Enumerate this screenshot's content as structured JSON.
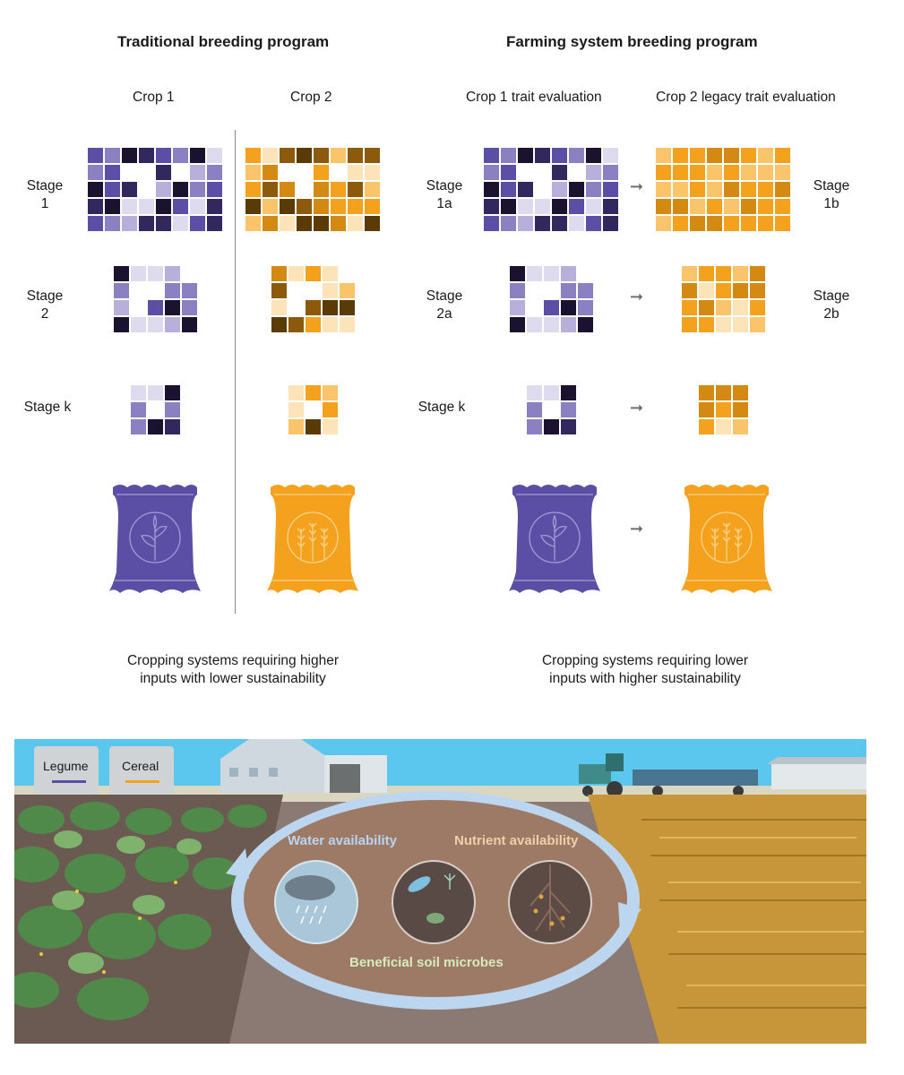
{
  "left": {
    "title": "Traditional breeding program",
    "col1": "Crop 1",
    "col2": "Crop 2",
    "stage1": [
      "Stage",
      "1"
    ],
    "stage2": [
      "Stage",
      "2"
    ],
    "stagek": "Stage k",
    "caption": [
      "Cropping systems requiring higher",
      "inputs with lower sustainability"
    ]
  },
  "right": {
    "title": "Farming system breeding program",
    "col1": "Crop 1 trait evaluation",
    "col2": "Crop 2 legacy trait evaluation",
    "stage1a": [
      "Stage",
      "1a"
    ],
    "stage1b": [
      "Stage",
      "1b"
    ],
    "stage2a": [
      "Stage",
      "2a"
    ],
    "stage2b": [
      "Stage",
      "2b"
    ],
    "stagek": "Stage k",
    "caption": [
      "Cropping systems requiring lower",
      "inputs with higher sustainability"
    ]
  },
  "scene": {
    "silo1": "Legume",
    "silo2": "Cereal",
    "water": "Water availability",
    "nutrient": "Nutrient availability",
    "microbes": "Beneficial soil microbes"
  },
  "colors": {
    "purple": [
      "#1b1230",
      "#33285e",
      "#5b4fa5",
      "#8b80c1",
      "#b8b0db",
      "#dedbef",
      "#ffffff"
    ],
    "orange": [
      "#5a3a05",
      "#8b5a0c",
      "#d48a12",
      "#f4a21e",
      "#f9c46a",
      "#fde3b8",
      "#ffffff"
    ],
    "sky": "#5bc6ee",
    "soil": "#7b6a63",
    "legume_line": "#5b4fa5",
    "cereal_line": "#f4a21e"
  }
}
